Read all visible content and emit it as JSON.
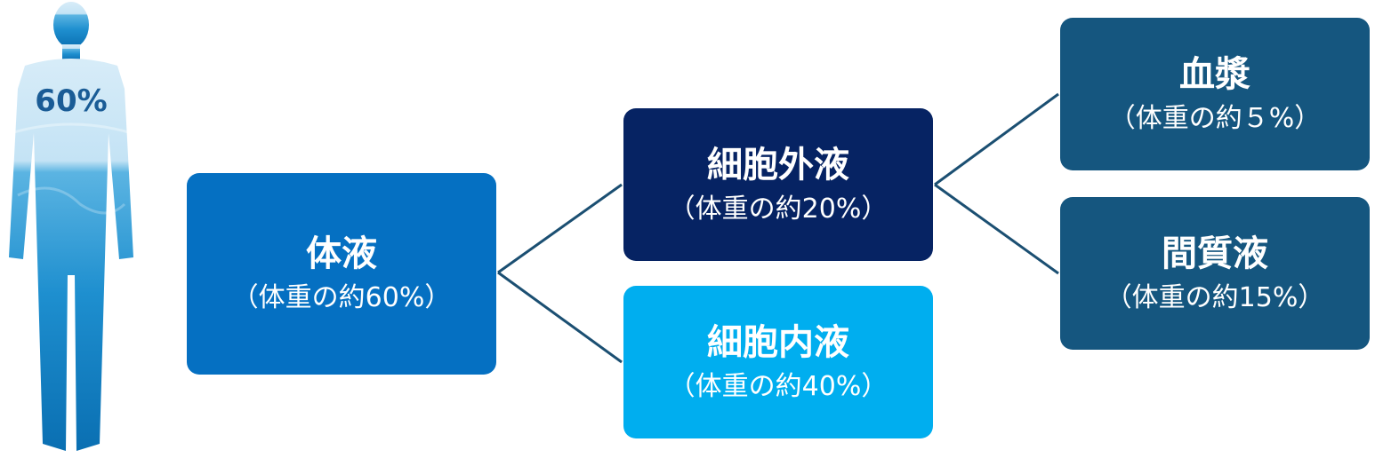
{
  "figure": {
    "label": "60%",
    "icon": "human-body-silhouette-icon"
  },
  "nodes": {
    "body_fluid": {
      "title": "体液",
      "sub": "（体重の約60%）"
    },
    "ecf": {
      "title": "細胞外液",
      "sub": "（体重の約20%）"
    },
    "icf": {
      "title": "細胞内液",
      "sub": "（体重の約40%）"
    },
    "plasma": {
      "title": "血漿",
      "sub": "（体重の約５%）"
    },
    "interstitial": {
      "title": "間質液",
      "sub": "（体重の約15%）"
    }
  },
  "colors": {
    "body_fluid": "#0570c2",
    "ecf": "#062363",
    "icf": "#00aeef",
    "plasma": "#15567f",
    "interstitial": "#15567f",
    "connector": "#1b4f72"
  }
}
